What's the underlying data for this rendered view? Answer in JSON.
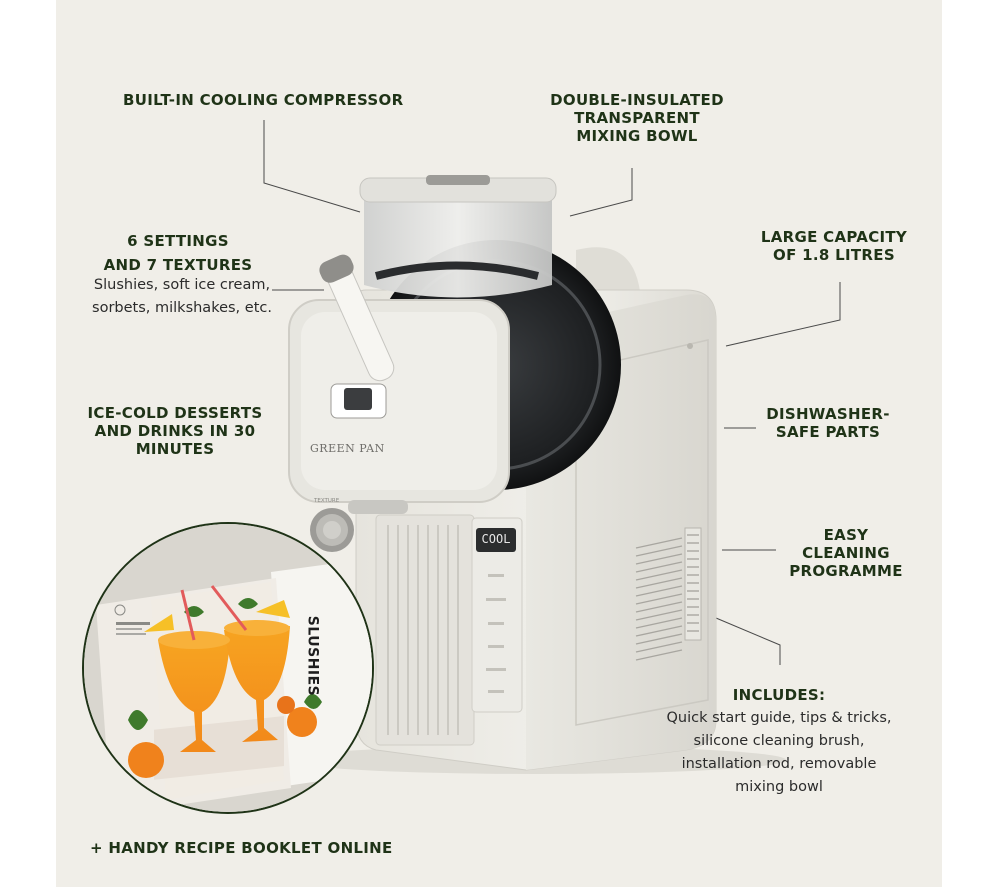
{
  "features": {
    "compressor": "BUILT-IN COOLING COMPRESSOR",
    "bowl_1": "DOUBLE-INSULATED",
    "bowl_2": "TRANSPARENT",
    "bowl_3": "MIXING BOWL",
    "settings_1": "6 SETTINGS",
    "settings_2": "AND 7 TEXTURES",
    "settings_desc_1": "Slushies, soft ice cream,",
    "settings_desc_2": "sorbets, milkshakes, etc.",
    "capacity_1": "LARGE CAPACITY",
    "capacity_2": "OF 1.8 LITRES",
    "cold_1": "ICE-COLD DESSERTS",
    "cold_2": "AND DRINKS IN 30",
    "cold_3": "MINUTES",
    "dishwasher_1": "DISHWASHER-",
    "dishwasher_2": "SAFE PARTS",
    "cleaning_1": "EASY",
    "cleaning_2": "CLEANING",
    "cleaning_3": "PROGRAMME",
    "includes_title": "INCLUDES:",
    "includes_1": "Quick start guide, tips & tricks,",
    "includes_2": "silicone cleaning brush,",
    "includes_3": "installation rod, removable",
    "includes_4": "mixing bowl",
    "booklet": "+ HANDY RECIPE BOOKLET ONLINE"
  },
  "product": {
    "brand": "GREEN PAN",
    "display": "COOL",
    "dial_label": "TEXTURE"
  },
  "booklet_page": {
    "heading": "SLUSHIES"
  },
  "colors": {
    "text_green": "#1f3317",
    "background": "#f0eee8",
    "appliance": "#ecebe5"
  }
}
